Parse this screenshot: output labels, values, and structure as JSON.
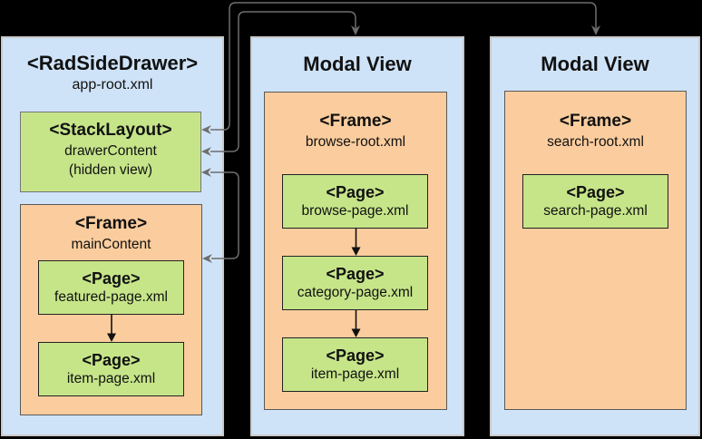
{
  "colors": {
    "background": "#000000",
    "column_fill": "#cfe3f8",
    "column_border": "#c9c9c9",
    "frame_fill": "#fbcd9e",
    "frame_border": "#595959",
    "page_fill": "#c6e589",
    "page_border": "#222222",
    "stack_border": "#757575",
    "connector": "#6e6e6e",
    "page_arrow": "#111111"
  },
  "columns": [
    {
      "title": "<RadSideDrawer>",
      "subtitle": "app-root.xml",
      "stack_layout": {
        "tag": "<StackLayout>",
        "name": "drawerContent",
        "note": "(hidden view)"
      },
      "frame": {
        "tag": "<Frame>",
        "name": "mainContent"
      },
      "pages": [
        {
          "tag": "<Page>",
          "file": "featured-page.xml"
        },
        {
          "tag": "<Page>",
          "file": "item-page.xml"
        }
      ]
    },
    {
      "title": "Modal View",
      "frame": {
        "tag": "<Frame>",
        "name": "browse-root.xml"
      },
      "pages": [
        {
          "tag": "<Page>",
          "file": "browse-page.xml"
        },
        {
          "tag": "<Page>",
          "file": "category-page.xml"
        },
        {
          "tag": "<Page>",
          "file": "item-page.xml"
        }
      ]
    },
    {
      "title": "Modal View",
      "frame": {
        "tag": "<Frame>",
        "name": "search-root.xml"
      },
      "pages": [
        {
          "tag": "<Page>",
          "file": "search-page.xml"
        }
      ]
    }
  ]
}
